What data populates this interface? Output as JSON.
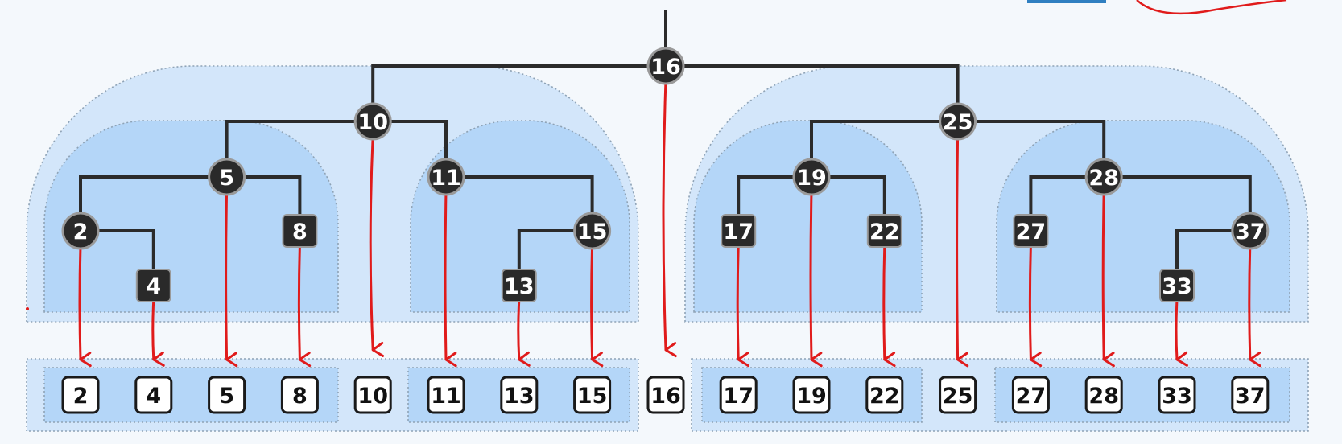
{
  "colors": {
    "background": "#f4f8fc",
    "region_light": "#d3e6fa",
    "region_mid": "#b4d6f8",
    "region_border": "#8fa3b6",
    "edge": "#2b2b2b",
    "node_fill": "#2a2a2a",
    "node_ring": "#9a9a9a",
    "arrow": "#e01b1b",
    "cell_fill": "#ffffff",
    "cell_stroke": "#1a1a1a",
    "corner_button": "#2f7fc1"
  },
  "tree": {
    "root": "16",
    "nodes": [
      {
        "key": "16",
        "shape": "circle",
        "left": "10",
        "right": "25"
      },
      {
        "key": "10",
        "shape": "circle",
        "left": "5",
        "right": "11"
      },
      {
        "key": "25",
        "shape": "circle",
        "left": "19",
        "right": "28"
      },
      {
        "key": "5",
        "shape": "circle",
        "left": "2",
        "right": "8"
      },
      {
        "key": "11",
        "shape": "circle",
        "right": "15"
      },
      {
        "key": "19",
        "shape": "circle",
        "left": "17",
        "right": "22"
      },
      {
        "key": "28",
        "shape": "circle",
        "left": "27",
        "right": "37"
      },
      {
        "key": "2",
        "shape": "circle",
        "right": "4"
      },
      {
        "key": "15",
        "shape": "circle",
        "left": "13"
      },
      {
        "key": "37",
        "shape": "circle",
        "left": "33"
      },
      {
        "key": "8",
        "shape": "square"
      },
      {
        "key": "4",
        "shape": "square"
      },
      {
        "key": "13",
        "shape": "square"
      },
      {
        "key": "17",
        "shape": "square"
      },
      {
        "key": "22",
        "shape": "square"
      },
      {
        "key": "27",
        "shape": "square"
      },
      {
        "key": "33",
        "shape": "square"
      }
    ]
  },
  "sorted_array": [
    "2",
    "4",
    "5",
    "8",
    "10",
    "11",
    "13",
    "15",
    "16",
    "17",
    "19",
    "22",
    "25",
    "27",
    "28",
    "33",
    "37"
  ]
}
